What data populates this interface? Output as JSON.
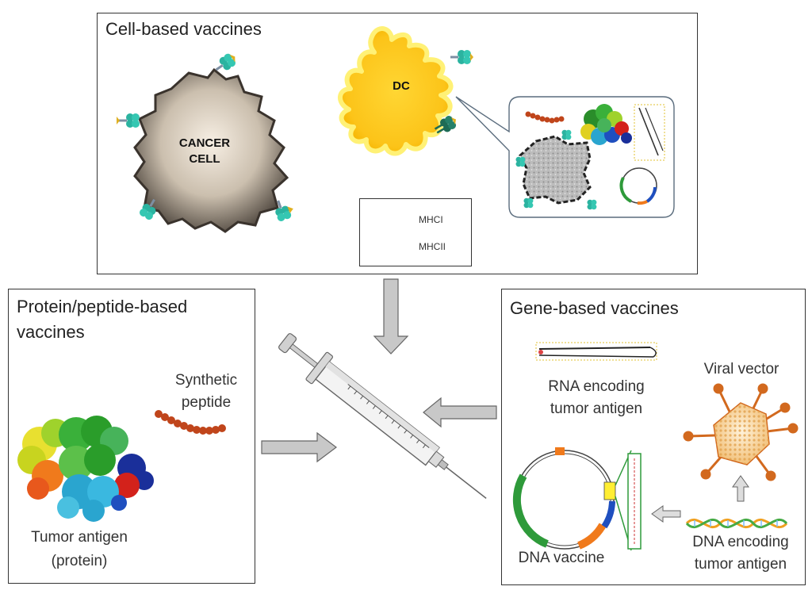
{
  "panels": {
    "cell_based": {
      "title": "Cell-based vaccines",
      "cancer_cell_label_line1": "CANCER",
      "cancer_cell_label_line2": "CELL",
      "dc_label": "DC",
      "legend": {
        "mhc1": "MHCI",
        "mhc2": "MHCII"
      }
    },
    "protein_based": {
      "title_line1": "Protein/peptide-based",
      "title_line2": "vaccines",
      "synthetic_peptide_line1": "Synthetic",
      "synthetic_peptide_line2": "peptide",
      "tumor_antigen_line1": "Tumor antigen",
      "tumor_antigen_line2": "(protein)"
    },
    "gene_based": {
      "title": "Gene-based vaccines",
      "rna_line1": "RNA encoding",
      "rna_line2": "tumor antigen",
      "viral_vector": "Viral vector",
      "dna_vaccine": "DNA vaccine",
      "dna_encoding_line1": "DNA encoding",
      "dna_encoding_line2": "tumor antigen"
    }
  },
  "colors": {
    "dc_fill": "#fcc419",
    "dc_glow": "#fff176",
    "mhc1": "#2bb3a0",
    "mhc2": "#1d6b55",
    "arrow_fill": "#c8c8c8",
    "peptide": "#c0451b",
    "viral_spike": "#d2691e",
    "plasmid_green": "#2e9a3a",
    "plasmid_orange": "#f07a1c",
    "plasmid_blue": "#1f4fbf"
  }
}
